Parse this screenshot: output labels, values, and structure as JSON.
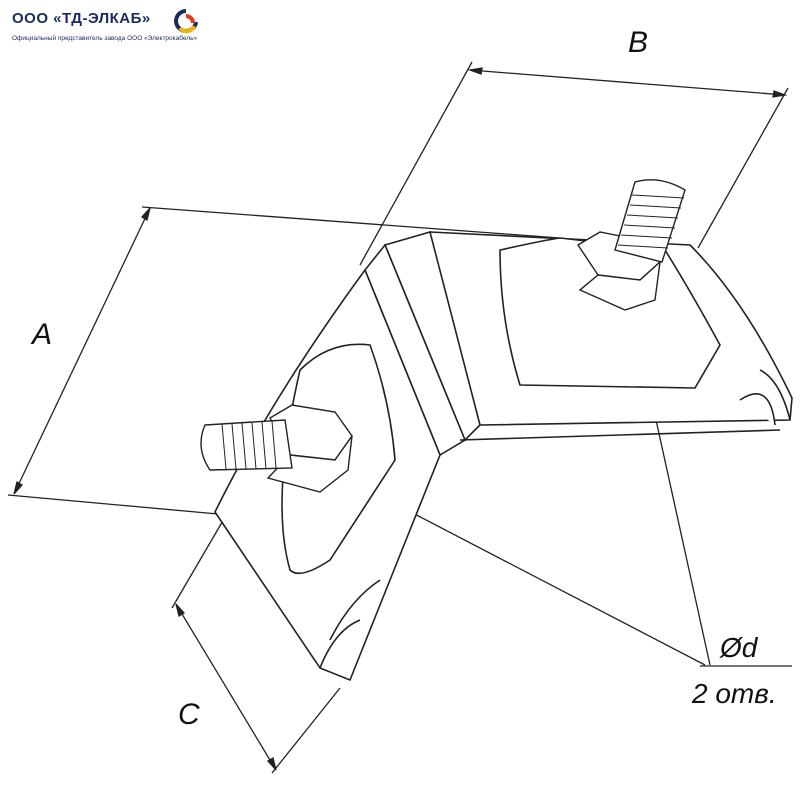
{
  "logo": {
    "title": "ООО «ТД-ЭЛКАБ»",
    "subtitle": "Официальный представитель завода ООО «Электрокабель»",
    "colors": [
      "#1d2a5c",
      "#f2b705",
      "#e03a1e"
    ]
  },
  "dimensions": {
    "a": "A",
    "b": "B",
    "c": "C",
    "hole_diameter": "Ød",
    "hole_count": "2 отв."
  }
}
